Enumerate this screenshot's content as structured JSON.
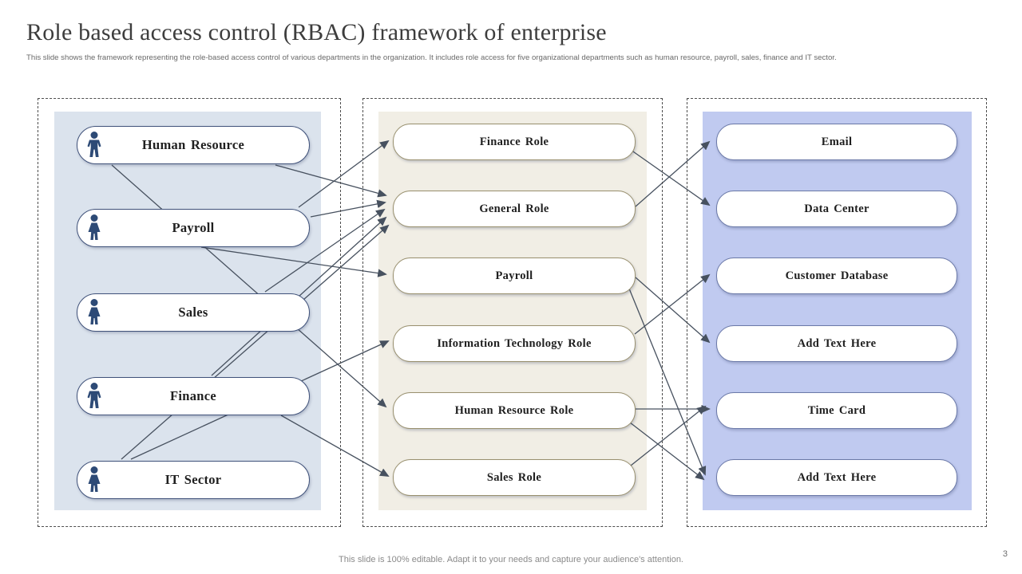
{
  "slide": {
    "title": "Role based access control (RBAC) framework of enterprise",
    "subtitle": "This slide shows the framework representing the role-based access control of various departments in the organization. It includes role access for five organizational departments such as human resource, payroll, sales, finance and IT sector.",
    "footer": "This slide is 100% editable. Adapt it to your needs and capture your audience's attention.",
    "page_number": "3"
  },
  "colors": {
    "users_band": "#dbe3ed",
    "roles_band": "#f1eee5",
    "resources_band": "#c0caf0",
    "user_pill_border": "#40527a",
    "role_pill_border": "#99906e",
    "resource_pill_border": "#6b79a8",
    "connector": "#47515f",
    "person_icon": "#2d4a76"
  },
  "columns": {
    "users": {
      "items": [
        {
          "label": "Human Resource",
          "icon": "person-male-icon"
        },
        {
          "label": "Payroll",
          "icon": "person-female-icon"
        },
        {
          "label": "Sales",
          "icon": "person-female-icon"
        },
        {
          "label": "Finance",
          "icon": "person-male-icon"
        },
        {
          "label": "IT Sector",
          "icon": "person-female-icon"
        }
      ]
    },
    "roles": {
      "items": [
        {
          "label": "Finance Role"
        },
        {
          "label": "General Role"
        },
        {
          "label": "Payroll"
        },
        {
          "label": "Information Technology Role"
        },
        {
          "label": "Human Resource Role"
        },
        {
          "label": "Sales Role"
        }
      ]
    },
    "resources": {
      "items": [
        {
          "label": "Email"
        },
        {
          "label": "Data Center"
        },
        {
          "label": "Customer Database"
        },
        {
          "label": "Add Text Here"
        },
        {
          "label": "Time Card"
        },
        {
          "label": "Add Text Here"
        }
      ]
    }
  },
  "connections": {
    "user_to_role": [
      {
        "from": "Human Resource",
        "to": "General Role",
        "line": [
          345,
          207,
          483,
          245
        ]
      },
      {
        "from": "Human Resource",
        "to": "Human Resource Role",
        "line": [
          140,
          207,
          483,
          510
        ]
      },
      {
        "from": "Payroll",
        "to": "Finance Role",
        "line": [
          374,
          260,
          486,
          177
        ]
      },
      {
        "from": "Payroll",
        "to": "General Role",
        "line": [
          389,
          272,
          482,
          254
        ]
      },
      {
        "from": "Payroll",
        "to": "Payroll",
        "line": [
          252,
          310,
          483,
          344
        ]
      },
      {
        "from": "Sales",
        "to": "General Role",
        "line": [
          332,
          366,
          481,
          263
        ]
      },
      {
        "from": "Finance",
        "to": "General Role",
        "line": [
          265,
          471,
          483,
          273
        ]
      },
      {
        "from": "IT Sector",
        "to": "General Role",
        "line": [
          152,
          576,
          486,
          283
        ]
      },
      {
        "from": "IT Sector",
        "to": "Information Technology Role",
        "line": [
          164,
          576,
          486,
          428
        ]
      },
      {
        "from": "Finance",
        "to": "Sales Role",
        "line": [
          352,
          521,
          486,
          597
        ]
      }
    ],
    "role_to_resource": [
      {
        "from": "General Role",
        "to": "Email",
        "line": [
          796,
          259,
          888,
          178
        ]
      },
      {
        "from": "Finance Role",
        "to": "Data Center",
        "line": [
          790,
          188,
          888,
          257
        ]
      },
      {
        "from": "Information Technology Role",
        "to": "Customer Database",
        "line": [
          795,
          419,
          888,
          345
        ]
      },
      {
        "from": "Payroll",
        "to": "Add Text Here",
        "line": [
          796,
          348,
          888,
          429
        ]
      },
      {
        "from": "Human Resource Role",
        "to": "Time Card",
        "line": [
          796,
          513,
          888,
          513
        ]
      },
      {
        "from": "Sales Role",
        "to": "Time Card",
        "line": [
          790,
          584,
          883,
          510
        ]
      },
      {
        "from": "Payroll",
        "to": "Add Text Here",
        "line": [
          788,
          362,
          883,
          595
        ]
      },
      {
        "from": "Human Resource Role",
        "to": "Add Text Here",
        "line": [
          789,
          530,
          881,
          601
        ]
      }
    ]
  }
}
